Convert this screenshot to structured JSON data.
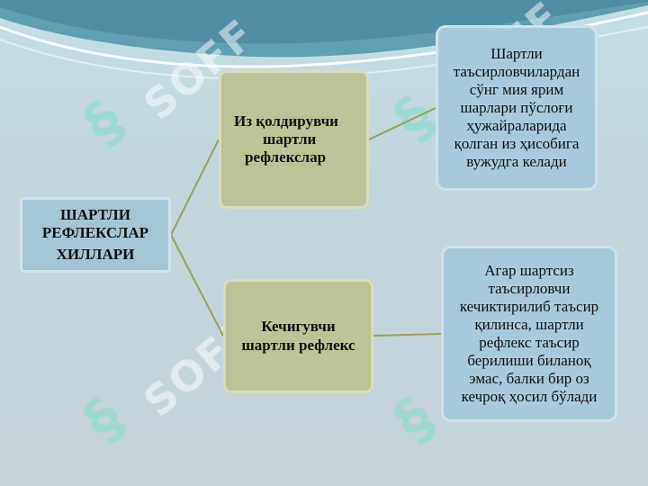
{
  "watermark": "SOFF",
  "diagram": {
    "root": {
      "lines": [
        "ШАРТЛИ",
        "РЕФЛЕКСЛАР",
        "ХИЛЛАРИ"
      ]
    },
    "branches": [
      {
        "label": {
          "lines": [
            "Из қолдирувчи",
            "шартли",
            "рефлекслар"
          ]
        },
        "detail": {
          "lines": [
            "Шартли",
            "таъсирловчилардан",
            "сўнг мия ярим",
            "шарлари пўслоғи",
            "ҳужайраларида",
            "қолган из ҳисобига",
            "вужудга келади"
          ]
        }
      },
      {
        "label": {
          "lines": [
            "Кечигувчи",
            "шартли рефлекс"
          ]
        },
        "detail": {
          "lines": [
            "Агар шартсиз",
            "таъсирловчи",
            "кечиктирилиб таъсир",
            "қилинса, шартли",
            "рефлекс таъсир",
            "берилиши биланоқ",
            "эмас, балки бир оз",
            "кечроқ ҳосил бўлади"
          ]
        }
      }
    ],
    "colors": {
      "root": "#a6c5d4",
      "branch": "#bcc495",
      "detail": "#a9c9da",
      "connector": "#9aa35a"
    }
  }
}
